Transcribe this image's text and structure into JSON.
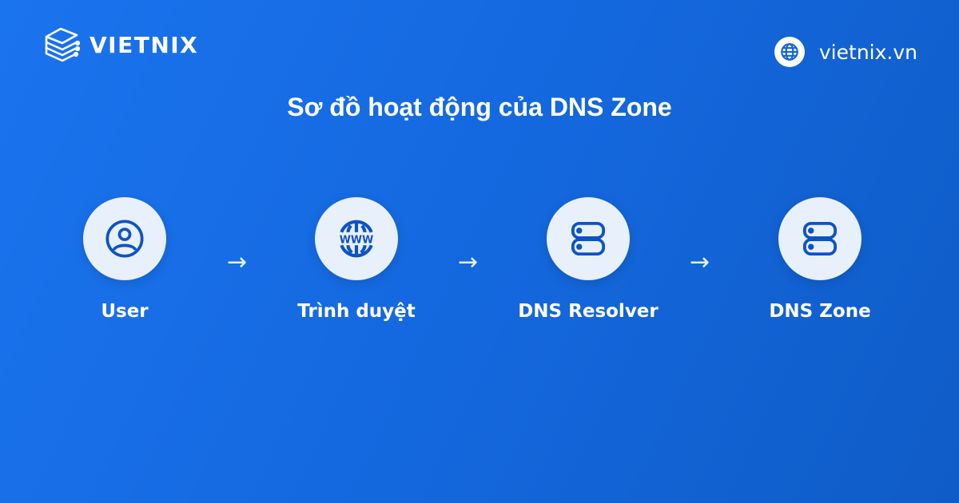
{
  "brand": {
    "logo_text": "VIETNIX",
    "logo_icon": "stacked-server-icon",
    "website": "vietnix.vn",
    "website_icon": "globe-icon"
  },
  "title": "Sơ đồ hoạt động của DNS Zone",
  "colors": {
    "background_start": "#1a74ee",
    "background_end": "#0f5cc8",
    "circle_fill": "#e8f0fb",
    "icon_color": "#0d53c4",
    "text": "#ffffff"
  },
  "flow": {
    "steps": [
      {
        "label": "User",
        "icon": "user-icon"
      },
      {
        "label": "Trình duyệt",
        "icon": "www-globe-icon"
      },
      {
        "label": "DNS Resolver",
        "icon": "server-icon"
      },
      {
        "label": "DNS Zone",
        "icon": "server-icon"
      }
    ],
    "arrows": [
      "→",
      "→",
      "→"
    ]
  }
}
